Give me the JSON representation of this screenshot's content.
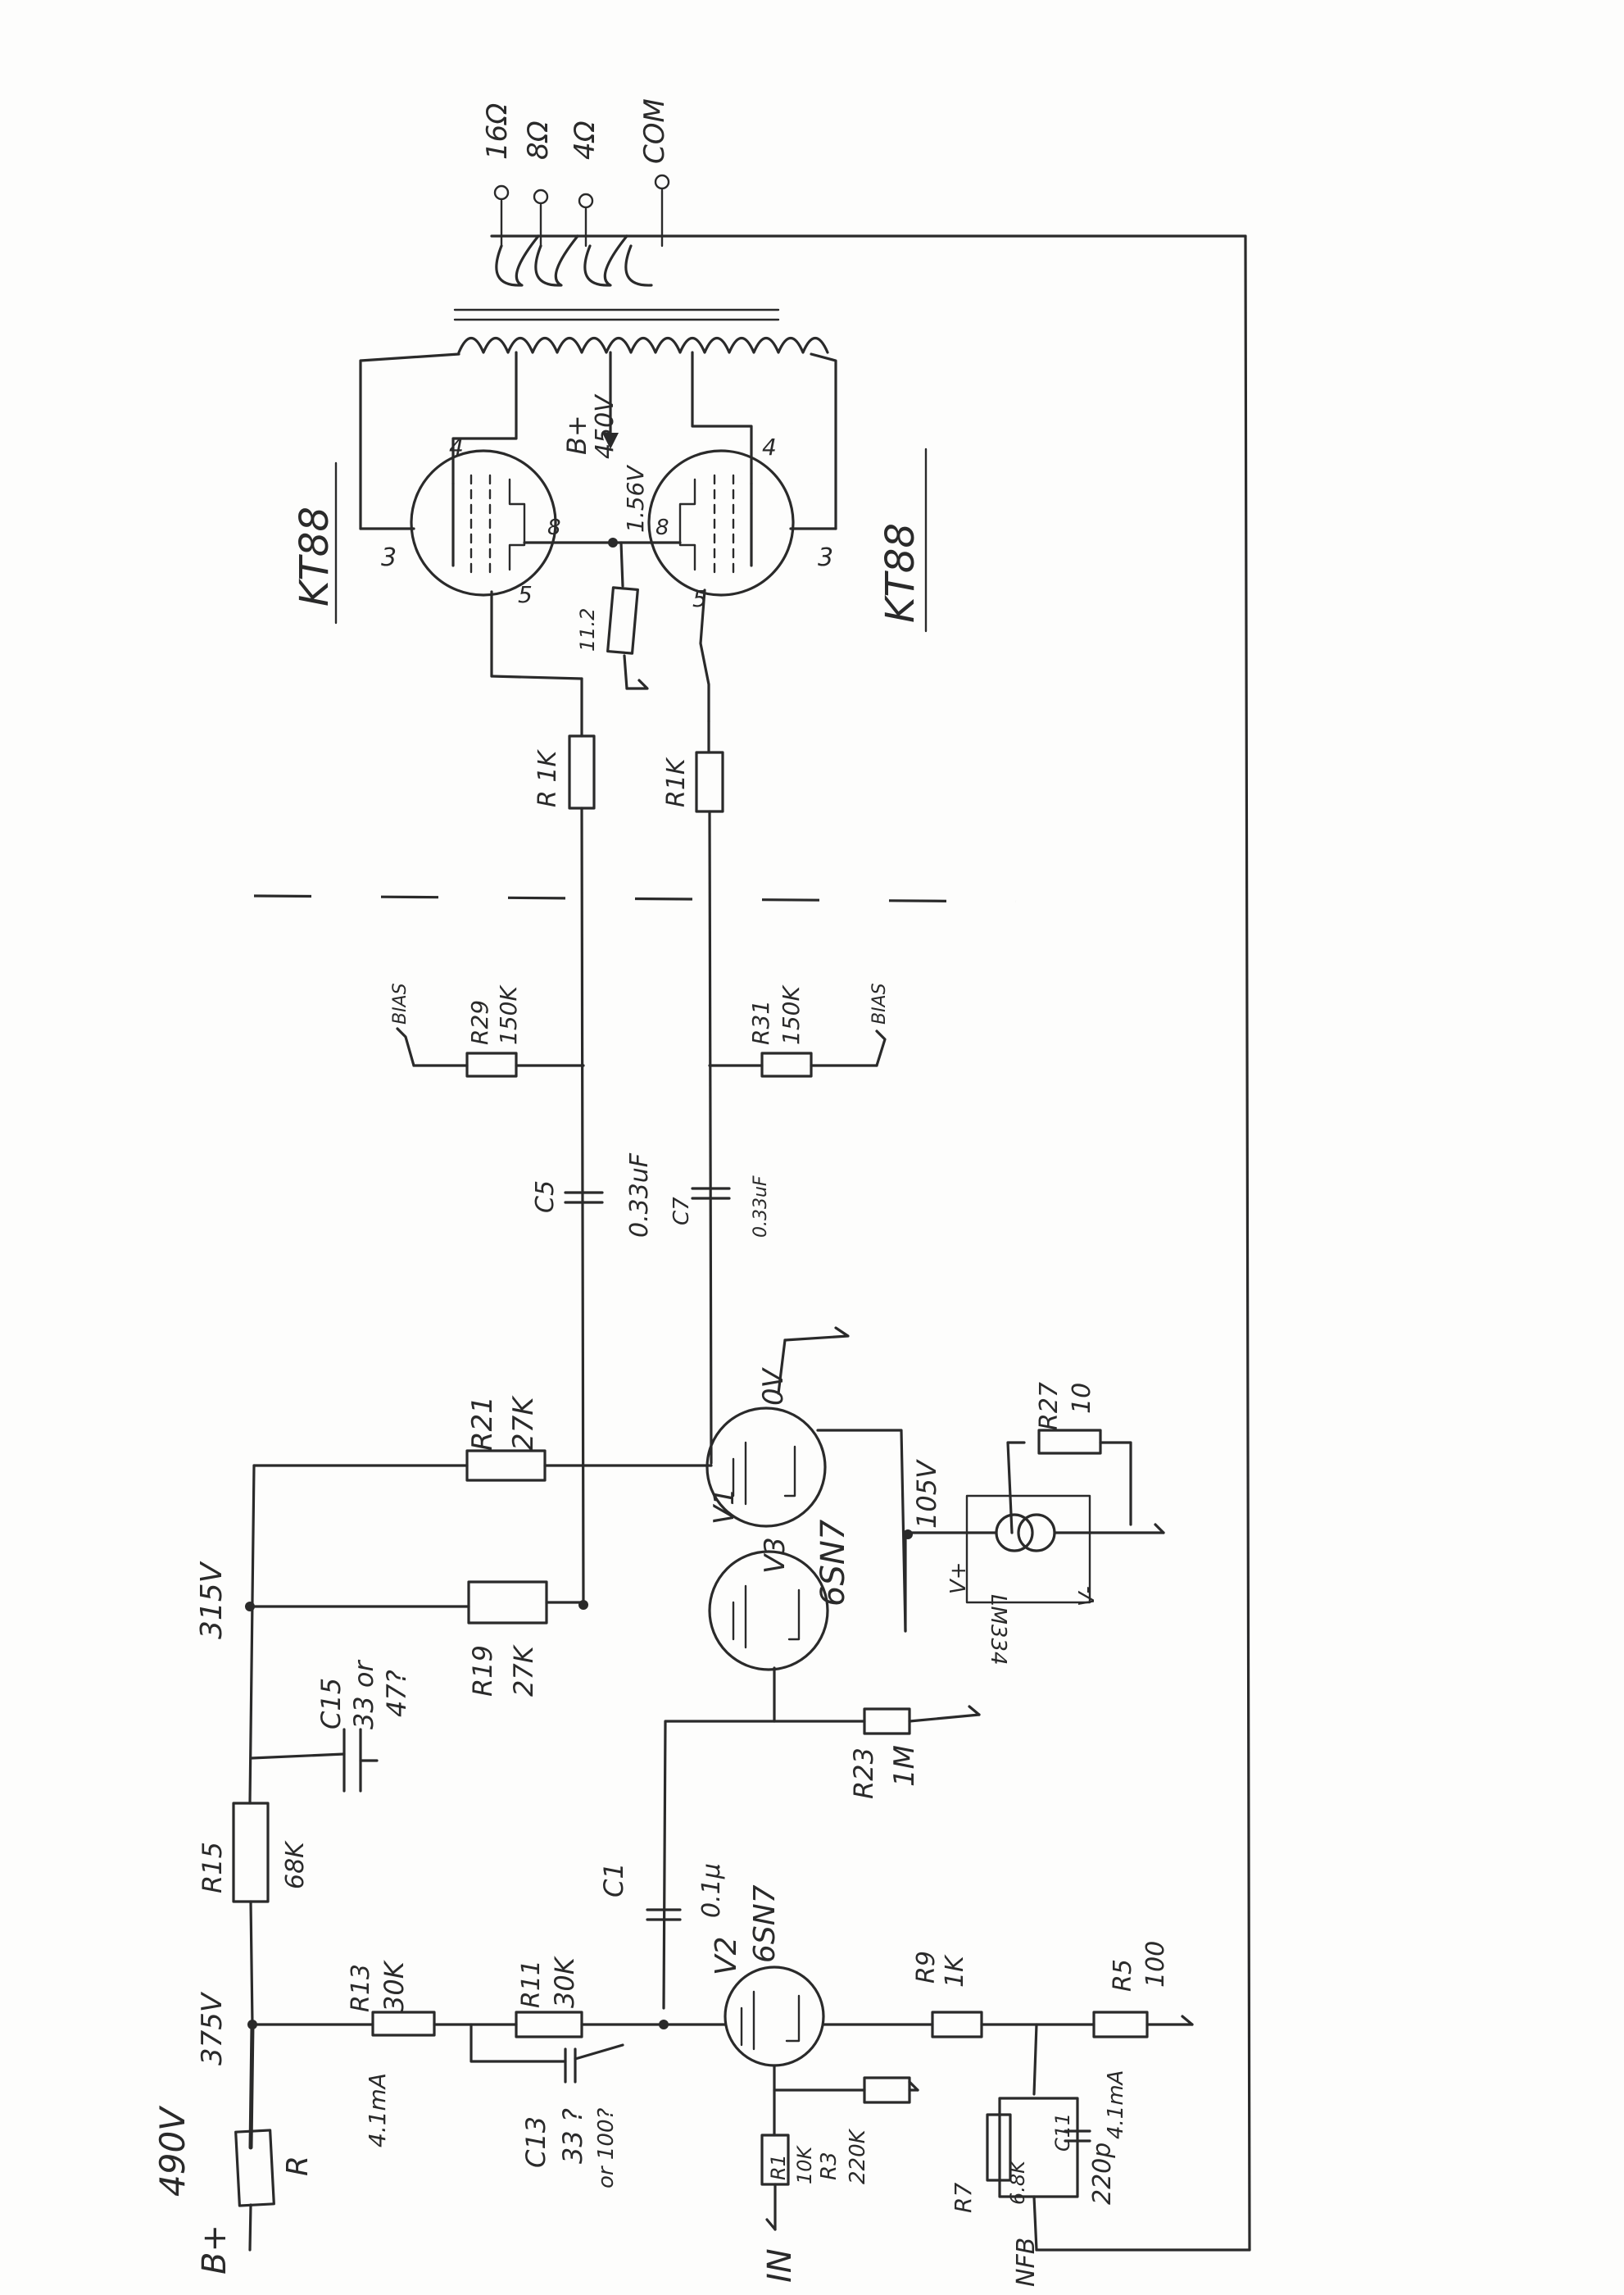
{
  "sheet": {
    "tubes": {
      "power_top": "KT88",
      "power_bottom": "KT88",
      "driver": "6SN7",
      "input": "6SN7"
    },
    "speaker_taps": [
      "16Ω",
      "8Ω",
      "4Ω",
      "COM"
    ],
    "voltages": {
      "supply": "490V",
      "b_plus_label": "B+",
      "node_375": "375V",
      "node_315": "315V",
      "b_plus_ot": "B+",
      "ot_voltage": "450V",
      "cathode_156": "1.56V",
      "plate_v1": "0V",
      "cathode_105": "105V",
      "input_current": "4.1mA",
      "nfb_current": "4.1mA"
    },
    "pins": {
      "plate": "4",
      "grid": "5",
      "cathode": "8",
      "heater": "3"
    },
    "components": {
      "r_supply": "R",
      "r13": "R13",
      "r13_val": "30K",
      "r15": "R15",
      "r15_val": "68K",
      "r11": "R11",
      "r11_val": "30K",
      "c13": "C13",
      "c13_val": "33 ?",
      "c13_alt": "or 100?",
      "c15": "C15",
      "c15_val": "33 or",
      "c15_alt": "47?",
      "c1": "C1",
      "c1_val": "0.1μ",
      "r1": "R1",
      "r1_val": "10K",
      "r3": "R3",
      "r3_val": "220K",
      "r9": "R9",
      "r9_val": "1K",
      "r5": "R5",
      "r5_val": "100",
      "r7": "R7",
      "r7_val": "6.8K",
      "c11": "C11",
      "c11_val": "220p",
      "r23": "R23",
      "r23_val": "1M",
      "r19": "R19",
      "r19_val": "27K",
      "r21": "R21",
      "r21_val": "27K",
      "c5": "C5",
      "c5_val": "0.33uF",
      "c7": "C7",
      "c7_val": "0.33uF",
      "r29": "R29",
      "r29_val": "150K",
      "r31": "R31",
      "r31_val": "150K",
      "bias_top": "BIAS",
      "bias_bottom": "BIAS",
      "r_grid_top": "R 1K",
      "r_grid_bottom": "R1K",
      "r_cathode": "11.2",
      "r27": "R27",
      "r27_val": "10",
      "ic": "LM334",
      "vplus": "V+",
      "vminus": "V-",
      "v1": "V1",
      "v2": "V2",
      "v3": "V3"
    },
    "io": {
      "input": "IN",
      "nfb": "NFB"
    }
  }
}
